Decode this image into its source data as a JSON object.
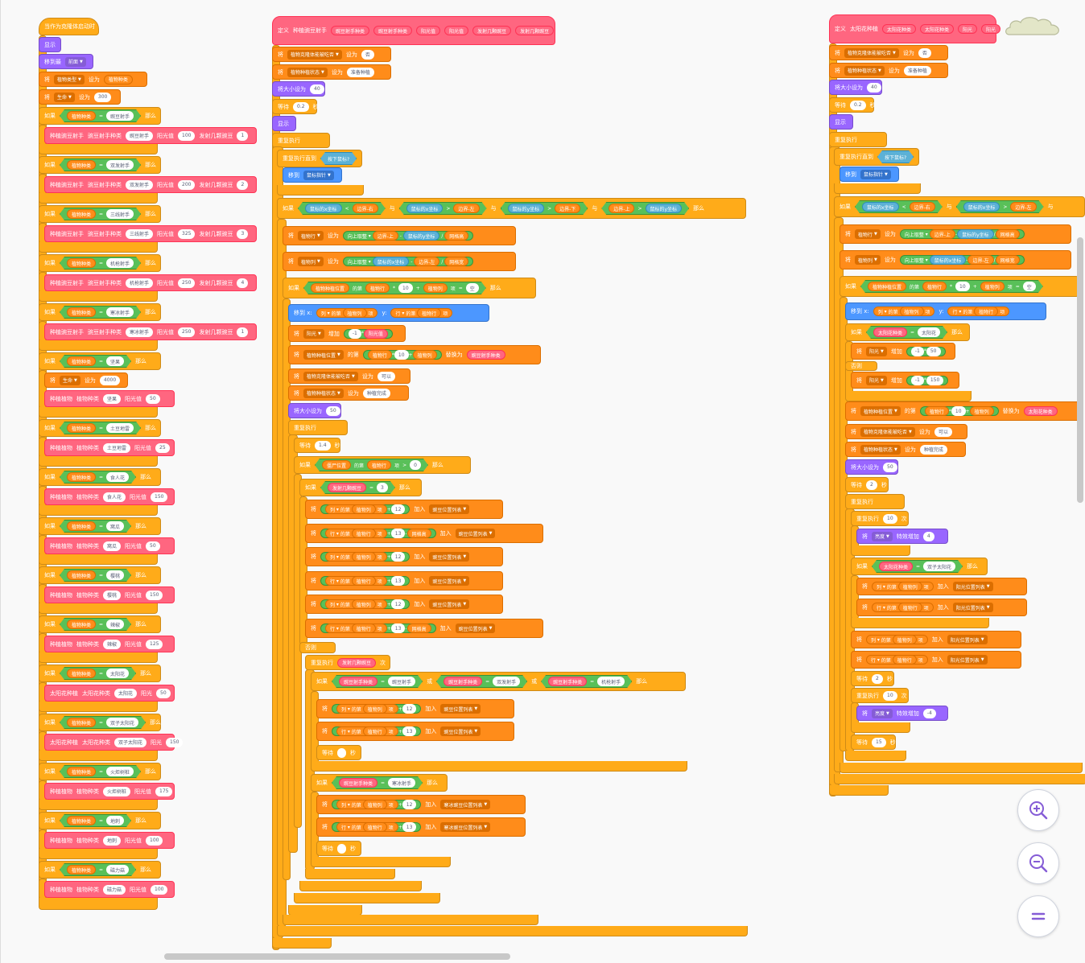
{
  "scripts": {
    "left": {
      "hat": "当作为克隆体启动时",
      "show": "显示",
      "goto_layer": {
        "label": "移到最",
        "value": "前面"
      },
      "set_type": {
        "prefix": "将",
        "var": "植物类型",
        "mid": "设为",
        "value": "植物种类"
      },
      "set_life": {
        "prefix": "将",
        "var": "生命",
        "mid": "设为",
        "value": "300"
      },
      "if_word": "如果",
      "then_word": "那么",
      "cond_var": "植物种类",
      "eq": "=",
      "branches": [
        {
          "match": "豌豆射手",
          "call": "种植豌豆射手",
          "p1": "豌豆射手种类",
          "arg1": "豌豆射手",
          "p2": "阳光值",
          "arg2": "100",
          "p3": "发射几颗豌豆",
          "arg3": "1"
        },
        {
          "match": "双发射手",
          "call": "种植豌豆射手",
          "p1": "豌豆射手种类",
          "arg1": "双发射手",
          "p2": "阳光值",
          "arg2": "200",
          "p3": "发射几颗豌豆",
          "arg3": "2"
        },
        {
          "match": "三线射手",
          "call": "种植豌豆射手",
          "p1": "豌豆射手种类",
          "arg1": "三线射手",
          "p2": "阳光值",
          "arg2": "325",
          "p3": "发射几颗豌豆",
          "arg3": "3"
        },
        {
          "match": "机枪射手",
          "call": "种植豌豆射手",
          "p1": "豌豆射手种类",
          "arg1": "机枪射手",
          "p2": "阳光值",
          "arg2": "250",
          "p3": "发射几颗豌豆",
          "arg3": "4"
        },
        {
          "match": "寒冰射手",
          "call": "种植豌豆射手",
          "p1": "豌豆射手种类",
          "arg1": "寒冰射手",
          "p2": "阳光值",
          "arg2": "250",
          "p3": "发射几颗豌豆",
          "arg3": "1"
        },
        {
          "match": "坚果",
          "set_life": "4000",
          "call": "种植植物",
          "p1": "植物种类",
          "arg1": "坚果",
          "p2": "阳光值",
          "arg2": "50"
        },
        {
          "match": "土豆地雷",
          "call": "种植植物",
          "p1": "植物种类",
          "arg1": "土豆地雷",
          "p2": "阳光值",
          "arg2": "25"
        },
        {
          "match": "食人花",
          "call": "种植植物",
          "p1": "植物种类",
          "arg1": "食人花",
          "p2": "阳光值",
          "arg2": "150"
        },
        {
          "match": "窝瓜",
          "call": "种植植物",
          "p1": "植物种类",
          "arg1": "窝瓜",
          "p2": "阳光值",
          "arg2": "50"
        },
        {
          "match": "樱桃",
          "call": "种植植物",
          "p1": "植物种类",
          "arg1": "樱桃",
          "p2": "阳光值",
          "arg2": "150"
        },
        {
          "match": "辣椒",
          "call": "种植植物",
          "p1": "植物种类",
          "arg1": "辣椒",
          "p2": "阳光值",
          "arg2": "125"
        },
        {
          "match": "太阳花",
          "call": "太阳花种植",
          "p1": "太阳花种类",
          "arg1": "太阳花",
          "p2": "阳光",
          "arg2": "50"
        },
        {
          "match": "双子太阳花",
          "call": "太阳花种植",
          "p1": "太阳花种类",
          "arg1": "双子太阳花",
          "p2": "阳光",
          "arg2": "150"
        },
        {
          "match": "火炬树桩",
          "call": "种植植物",
          "p1": "植物种类",
          "arg1": "火炬树桩",
          "p2": "阳光值",
          "arg2": "175"
        },
        {
          "match": "地刺",
          "call": "种植植物",
          "p1": "植物种类",
          "arg1": "地刺",
          "p2": "阳光值",
          "arg2": "100"
        },
        {
          "match": "磁力菇",
          "call": "种植植物",
          "p1": "植物种类",
          "arg1": "磁力菇",
          "p2": "阳光值",
          "arg2": "100"
        }
      ]
    },
    "middle": {
      "define": "定义",
      "define_name": "种植豌豆射手",
      "define_params": [
        "豌豆射手种类",
        "阳光值",
        "发射几颗豌豆"
      ],
      "lines": {
        "set_eaten": {
          "prefix": "将",
          "var": "植物克隆体能被吃否",
          "mid": "设为",
          "value": "否"
        },
        "set_state": {
          "prefix": "将",
          "var": "植物种植状态",
          "mid": "设为",
          "value": "准备种植"
        },
        "size": {
          "label": "将大小设为",
          "value": "40"
        },
        "wait": {
          "label": "等待",
          "value": "0.2",
          "unit": "秒"
        },
        "show": "显示",
        "forever": "重复执行",
        "repeat_until": "重复执行直到",
        "mouse_down": "按下鼠标?",
        "goto": "移到",
        "mouse_ptr": "鼠标指针",
        "if": "如果",
        "then": "那么",
        "and": "与",
        "mouse_x": "鼠标的x坐标",
        "mouse_y": "鼠标的y坐标",
        "border_right": "边界-右",
        "border_left": "边界-左",
        "border_bottom": "边界-下",
        "border_top": "边界-上",
        "set_row": {
          "prefix": "将",
          "var": "植物行",
          "mid": "设为",
          "op": "向上取整",
          "div": "网格高"
        },
        "set_col": {
          "prefix": "将",
          "var": "植物列",
          "mid": "设为",
          "op": "向上取整",
          "div": "网格宽"
        },
        "plant_pos": "植物种植位置",
        "item_of": "的第",
        "item_word": "项",
        "row": "植物行",
        "col": "植物列",
        "ten": "10",
        "empty": "空",
        "goto_xy": {
          "label": "移到 x:",
          "y": "y:",
          "list_col": "列",
          "list_row": "行"
        },
        "sun_change": {
          "prefix": "将",
          "var": "阳光",
          "mid": "增加",
          "neg": "-1",
          "times": "阳光值"
        },
        "replace": {
          "label": "替换为",
          "value": "豌豆射手种类"
        },
        "can_eat": "可以",
        "done": "种植完成",
        "size50": "50",
        "wait14": "1.4",
        "zombie_pos": "僵尸位置",
        "zero": "0",
        "three": "3",
        "twelve": "12",
        "thirteen": "13",
        "add_to": "加入",
        "pea_list": "豌豆位置列表",
        "ice_list": "寒冰豌豆位置列表",
        "grid_h": "网格高",
        "else": "否则",
        "repeat": "重复执行",
        "or": "或",
        "pea_kinds": [
          "豌豆射手",
          "双发射手",
          "机枪射手"
        ],
        "ice_kind": "寒冰射手",
        "times": "次"
      }
    },
    "right": {
      "define": "定义",
      "define_name": "太阳花种植",
      "define_params": [
        "太阳花种类",
        "阳光"
      ],
      "sun_list": "阳光位置列表",
      "brightness": "亮度",
      "effect_add": "特效增加",
      "four": "4",
      "neg_four": "-4",
      "two": "2",
      "ten": "10",
      "fifteen": "15",
      "sunflower": "太阳花",
      "twin": "双子太阳花",
      "fifty": "50",
      "one_fifty": "150"
    }
  },
  "zoom": {
    "in": "zoom-in",
    "out": "zoom-out",
    "reset": "zoom-reset"
  },
  "colors": {
    "control": "#ffab19",
    "variable": "#ff8c1a",
    "myblock": "#ff6680",
    "looks": "#9966ff",
    "motion": "#4c97ff",
    "operator": "#59c059",
    "sensing": "#5cb1d6"
  }
}
